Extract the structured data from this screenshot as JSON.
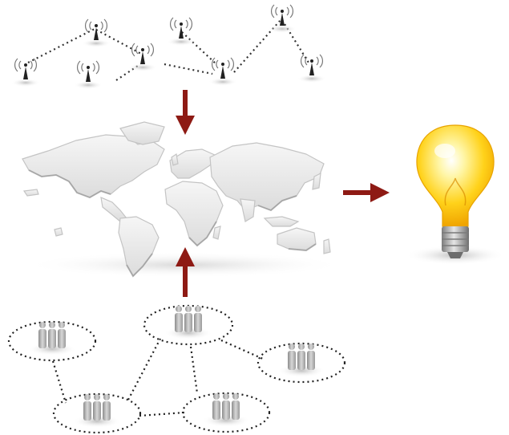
{
  "diagram": {
    "sensor_network": {
      "icon": "radio-tower-icon",
      "node_count": 8,
      "link_style": "dotted"
    },
    "world_map": {
      "icon": "world-map-icon",
      "color": "#e9e9e9"
    },
    "lightbulb": {
      "icon": "lightbulb-icon",
      "glass_color": "#ffd21a",
      "base_color": "#9a9a9a"
    },
    "people_network": {
      "icon": "people-group-icon",
      "group_count": 5,
      "people_per_group": 3,
      "link_style": "dotted"
    },
    "arrows": {
      "color": "#8e1a14",
      "count": 3
    }
  }
}
